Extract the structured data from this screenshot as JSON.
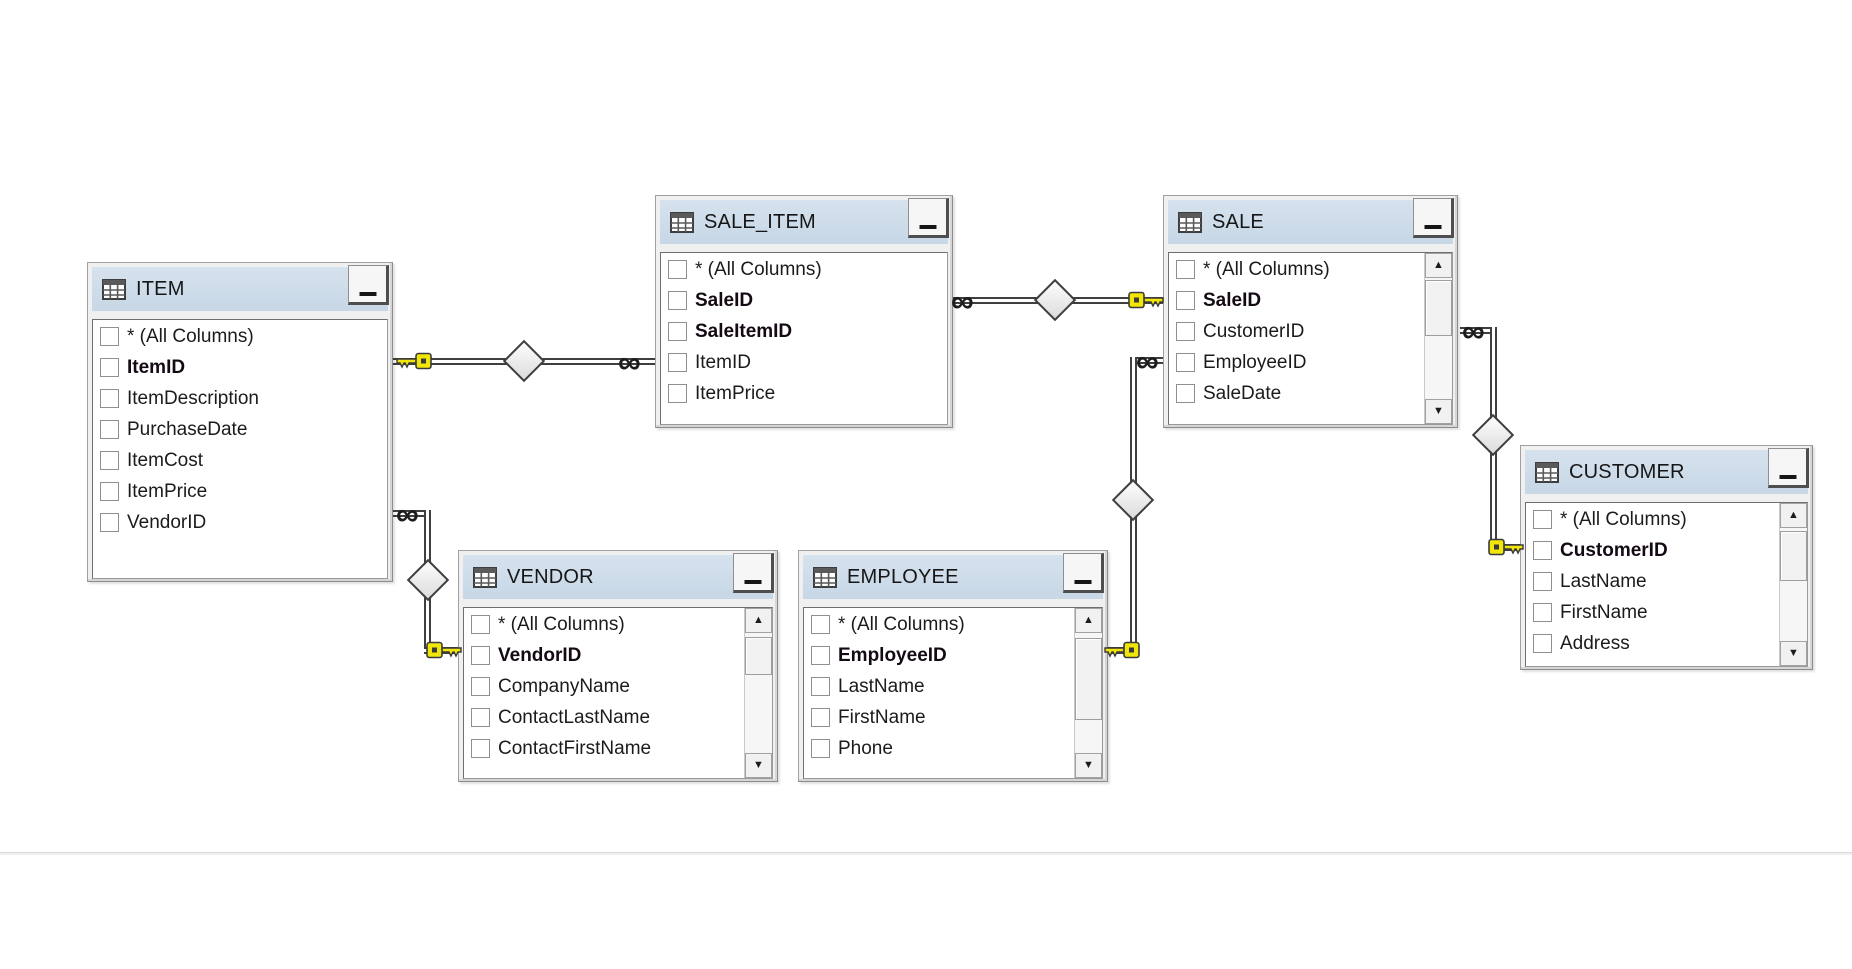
{
  "diagram": {
    "infinity_symbol": "∞",
    "scrollbar": {
      "up_glyph": "▲",
      "down_glyph": "▼"
    },
    "colors": {
      "header_bar": "#ccdbe9",
      "key_icon": "#f0e60a",
      "connector_line": "#3f3f3f",
      "canvas": "#ffffff"
    },
    "tables": [
      {
        "name": "ITEM",
        "columns": [
          {
            "label": "* (All Columns)",
            "key": false
          },
          {
            "label": "ItemID",
            "key": true
          },
          {
            "label": "ItemDescription",
            "key": false
          },
          {
            "label": "PurchaseDate",
            "key": false
          },
          {
            "label": "ItemCost",
            "key": false
          },
          {
            "label": "ItemPrice",
            "key": false
          },
          {
            "label": "VendorID",
            "key": false
          }
        ],
        "has_scrollbar": false
      },
      {
        "name": "SALE_ITEM",
        "columns": [
          {
            "label": "* (All Columns)",
            "key": false
          },
          {
            "label": "SaleID",
            "key": true
          },
          {
            "label": "SaleItemID",
            "key": true
          },
          {
            "label": "ItemID",
            "key": false
          },
          {
            "label": "ItemPrice",
            "key": false
          }
        ],
        "has_scrollbar": false
      },
      {
        "name": "SALE",
        "columns": [
          {
            "label": "* (All Columns)",
            "key": false
          },
          {
            "label": "SaleID",
            "key": true
          },
          {
            "label": "CustomerID",
            "key": false
          },
          {
            "label": "EmployeeID",
            "key": false
          },
          {
            "label": "SaleDate",
            "key": false
          }
        ],
        "has_scrollbar": true
      },
      {
        "name": "VENDOR",
        "columns": [
          {
            "label": "* (All Columns)",
            "key": false
          },
          {
            "label": "VendorID",
            "key": true
          },
          {
            "label": "CompanyName",
            "key": false
          },
          {
            "label": "ContactLastName",
            "key": false
          },
          {
            "label": "ContactFirstName",
            "key": false
          }
        ],
        "has_scrollbar": true
      },
      {
        "name": "EMPLOYEE",
        "columns": [
          {
            "label": "* (All Columns)",
            "key": false
          },
          {
            "label": "EmployeeID",
            "key": true
          },
          {
            "label": "LastName",
            "key": false
          },
          {
            "label": "FirstName",
            "key": false
          },
          {
            "label": "Phone",
            "key": false
          }
        ],
        "has_scrollbar": true
      },
      {
        "name": "CUSTOMER",
        "columns": [
          {
            "label": "* (All Columns)",
            "key": false
          },
          {
            "label": "CustomerID",
            "key": true
          },
          {
            "label": "LastName",
            "key": false
          },
          {
            "label": "FirstName",
            "key": false
          },
          {
            "label": "Address",
            "key": false
          }
        ],
        "has_scrollbar": true
      }
    ],
    "relations": [
      {
        "one_side": "ITEM",
        "many_side": "SALE_ITEM",
        "one_symbol": "key",
        "many_symbol": "infinity",
        "join_shape": "diamond"
      },
      {
        "one_side": "SALE",
        "many_side": "SALE_ITEM",
        "one_symbol": "key",
        "many_symbol": "infinity",
        "join_shape": "diamond"
      },
      {
        "one_side": "VENDOR",
        "many_side": "ITEM",
        "one_symbol": "key",
        "many_symbol": "infinity",
        "join_shape": "diamond"
      },
      {
        "one_side": "EMPLOYEE",
        "many_side": "SALE",
        "one_symbol": "key",
        "many_symbol": "infinity",
        "join_shape": "diamond"
      },
      {
        "one_side": "CUSTOMER",
        "many_side": "SALE",
        "one_symbol": "key",
        "many_symbol": "infinity",
        "join_shape": "diamond"
      }
    ]
  }
}
